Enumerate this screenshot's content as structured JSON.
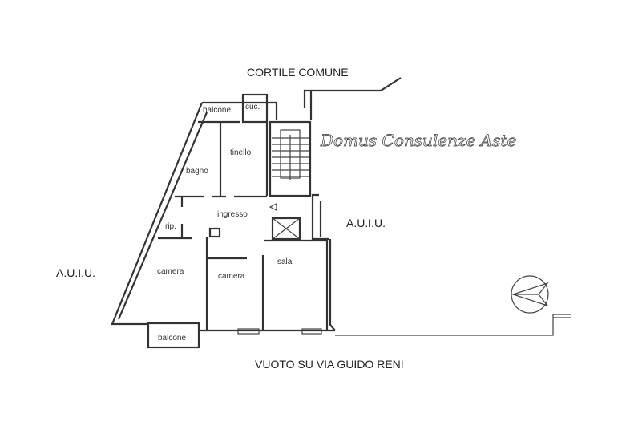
{
  "labels": {
    "top": "CORTILE COMUNE",
    "bottom": "VUOTO SU VIA GUIDO RENI",
    "left": "A.U.I.U.",
    "right": "A.U.I.U."
  },
  "rooms": {
    "balcone_top": "balcone",
    "cucina": "cuc.",
    "tinello": "tinello",
    "bagno": "bagno",
    "ingresso": "ingresso",
    "ripostiglio": "rip.",
    "camera_left": "camera",
    "camera_mid": "camera",
    "sala": "sala",
    "balcone_bottom": "balcone"
  },
  "watermark": "Domus Consulenze Aste"
}
